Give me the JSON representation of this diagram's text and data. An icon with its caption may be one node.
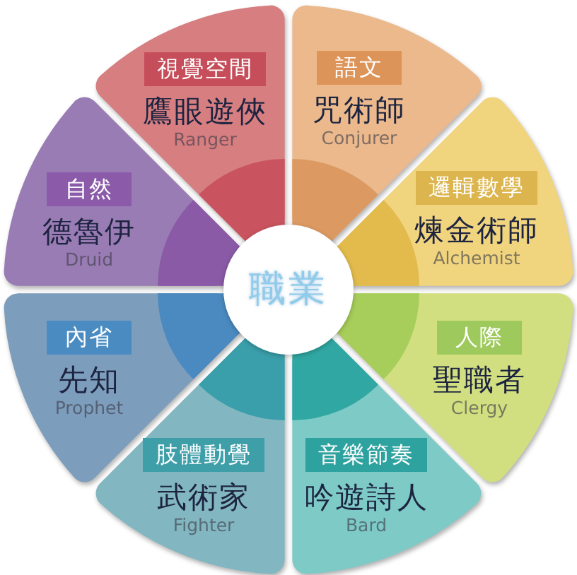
{
  "diagram": {
    "nodes": [
      {
        "text": [
          "職業"
        ]
      },
      {
        "text": [
          "視覺空間",
          "鷹眼遊俠",
          "Ranger"
        ]
      },
      {
        "text": [
          "語文",
          "咒術師",
          "Conjurer"
        ]
      },
      {
        "text": [
          "邏輯數學",
          "煉金術師",
          "Alchemist"
        ]
      },
      {
        "text": [
          "人際",
          "聖職者",
          "Clergy"
        ]
      },
      {
        "text": [
          "音樂節奏",
          "吟遊詩人",
          "Bard"
        ]
      },
      {
        "text": [
          "肢體動覺",
          "武術家",
          "Fighter"
        ]
      },
      {
        "text": [
          "內省",
          "先知",
          "Prophet"
        ]
      },
      {
        "text": [
          "自然",
          "德魯伊",
          "Druid"
        ]
      }
    ]
  }
}
